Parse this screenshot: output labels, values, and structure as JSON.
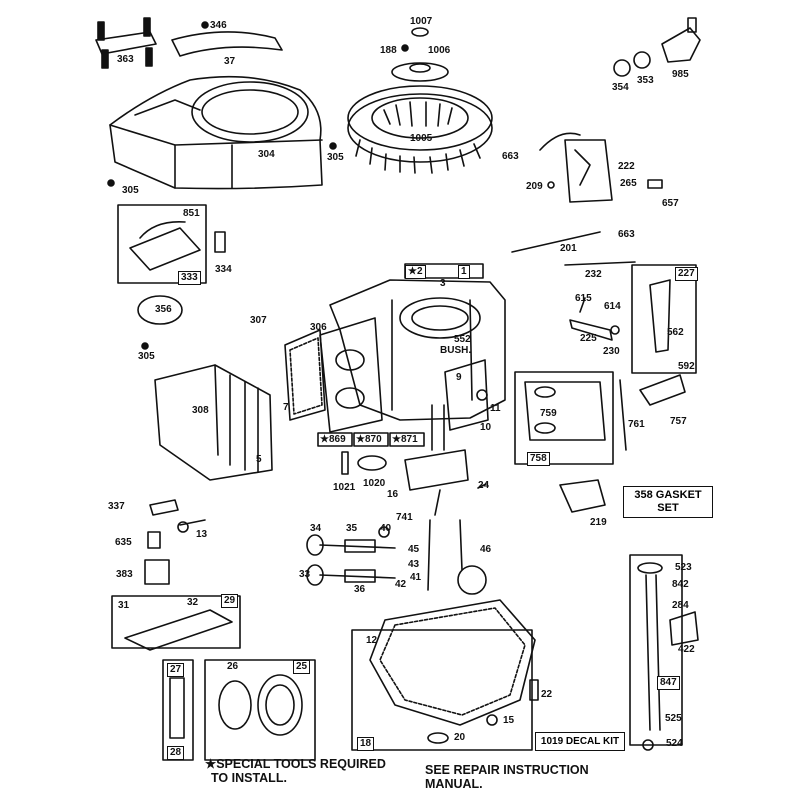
{
  "labels": {
    "p363": "363",
    "p346": "346",
    "p37": "37",
    "p304": "304",
    "p305a": "305",
    "p305b": "305",
    "p1007": "1007",
    "p188": "188",
    "p1006": "1006",
    "p1005": "1005",
    "p354": "354",
    "p353": "353",
    "p985": "985",
    "p663a": "663",
    "p222": "222",
    "p209": "209",
    "p265": "265",
    "p657": "657",
    "p663b": "663",
    "p851": "851",
    "p333": "333",
    "p334": "334",
    "p356": "356",
    "p305c": "305",
    "p201": "201",
    "p232": "232",
    "p227": "227",
    "p2": "★2",
    "p1": "1",
    "p3": "3",
    "p307": "307",
    "p306": "306",
    "p552": "552",
    "bush": "BUSH.",
    "p9": "9",
    "p7": "7",
    "p308": "308",
    "p11": "11",
    "p10": "10",
    "p869": "★869",
    "p870": "★870",
    "p871": "★871",
    "p5": "5",
    "p615": "615",
    "p614": "614",
    "p225": "225",
    "p230": "230",
    "p562": "562",
    "p592": "592",
    "p759": "759",
    "p761": "761",
    "p757": "757",
    "p758": "758",
    "p1021": "1021",
    "p1020": "1020",
    "p16": "16",
    "p24": "24",
    "p219": "219",
    "p337": "337",
    "p741": "741",
    "p34": "34",
    "p35": "35",
    "p40": "40",
    "p13": "13",
    "p635": "635",
    "p45": "45",
    "p46": "46",
    "p383": "383",
    "p33": "33",
    "p43": "43",
    "p41": "41",
    "p42": "42",
    "p36": "36",
    "p31": "31",
    "p32": "32",
    "p29": "29",
    "p523": "523",
    "p842": "842",
    "p284": "284",
    "p422": "422",
    "p847": "847",
    "p525": "525",
    "p524": "524",
    "p27": "27",
    "p28": "28",
    "p26": "26",
    "p25": "25",
    "p12": "12",
    "p22": "22",
    "p15": "15",
    "p18": "18",
    "p20": "20"
  },
  "kits": {
    "gasket_line1": "358 GASKET",
    "gasket_line2": "SET",
    "decal": "1019 DECAL KIT"
  },
  "notes": {
    "special_line1": "★SPECIAL TOOLS REQUIRED",
    "special_line2": "TO INSTALL.",
    "repair_line1": "SEE REPAIR INSTRUCTION",
    "repair_line2": "MANUAL."
  }
}
